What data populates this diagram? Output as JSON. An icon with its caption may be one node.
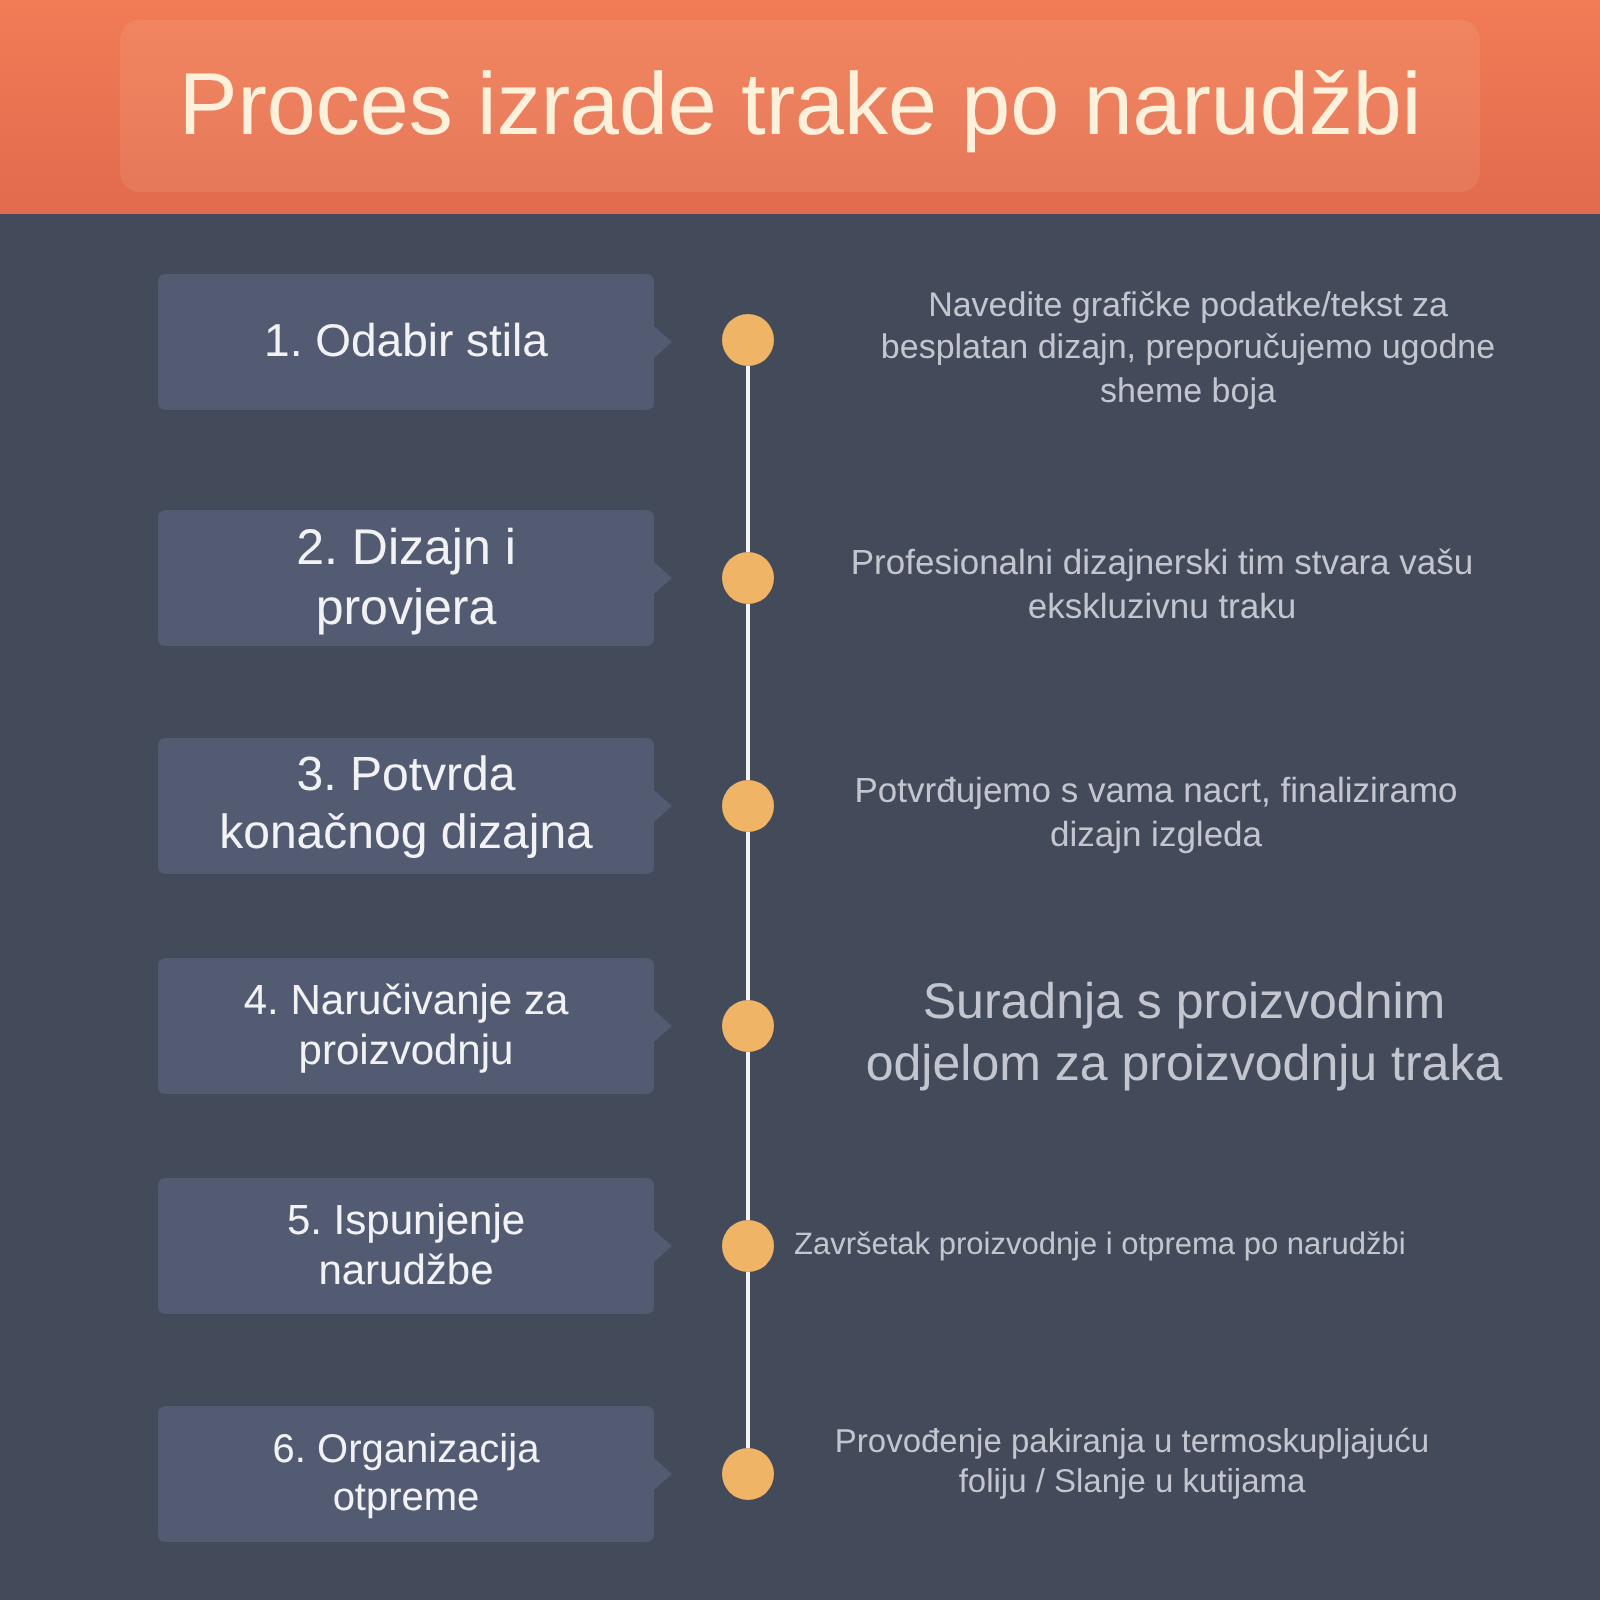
{
  "diagram": {
    "title": "Proces izrade trake po narudžbi",
    "nodes": [
      {
        "text": [
          "1. Odabir stila"
        ]
      },
      {
        "text": [
          "2. Dizajn i provjera"
        ]
      },
      {
        "text": [
          "3. Potvrda konačnog dizajna"
        ]
      },
      {
        "text": [
          "4. Naručivanje za proizvodnju"
        ]
      },
      {
        "text": [
          "5. Ispunjenje narudžbe"
        ]
      },
      {
        "text": [
          "6. Organizacija otpreme"
        ]
      },
      {
        "text": [],
        "shape": "circle",
        "beside": [
          "Navedite grafičke podatke/tekst za besplatan dizajn, preporučujemo ugodne sheme boja"
        ]
      },
      {
        "text": [],
        "shape": "circle",
        "beside": [
          "Profesionalni dizajnerski tim stvara vašu ekskluzivnu traku"
        ]
      },
      {
        "text": [],
        "shape": "circle",
        "beside": [
          "Potvrđujemo s vama nacrt, finaliziramo dizajn izgleda"
        ]
      },
      {
        "text": [],
        "shape": "circle",
        "beside": [
          "Suradnja s proizvodnim odjelom za proizvodnju traka"
        ]
      },
      {
        "text": [],
        "shape": "circle",
        "beside": [
          "Završetak proizvodnje i otprema po narudžbi"
        ]
      },
      {
        "text": [],
        "shape": "circle",
        "beside": [
          "Provođenje pakiranja u termoskupljajuću foliju / Slanje u kutijama"
        ]
      }
    ],
    "edges": [
      {
        "from": 6,
        "to": 7,
        "arrow": "none"
      },
      {
        "from": 7,
        "to": 8,
        "arrow": "none"
      },
      {
        "from": 8,
        "to": 9,
        "arrow": "none"
      },
      {
        "from": 9,
        "to": 10,
        "arrow": "none"
      },
      {
        "from": 10,
        "to": 11,
        "arrow": "none"
      }
    ]
  }
}
